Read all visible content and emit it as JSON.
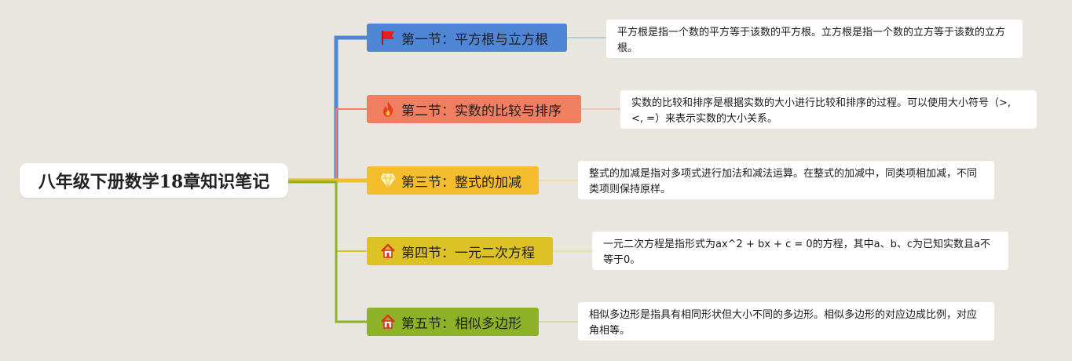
{
  "root": {
    "title": "八年级下册数学18章知识笔记"
  },
  "sections": [
    {
      "label": "第一节：平方根与立方根",
      "icon": "flag-icon",
      "color": "#4f86d6",
      "description": "平方根是指一个数的平方等于该数的平方根。立方根是指一个数的立方等于该数的立方根。"
    },
    {
      "label": "第二节：实数的比较与排序",
      "icon": "fire-icon",
      "color": "#f07f62",
      "description": "实数的比较和排序是根据实数的大小进行比较和排序的过程。可以使用大小符号（>, <, =）来表示实数的大小关系。"
    },
    {
      "label": "第三节：整式的加减",
      "icon": "diamond-icon",
      "color": "#f4bd2e",
      "description": "整式的加减是指对多项式进行加法和减法运算。在整式的加减中，同类项相加减，不同类项则保持原样。"
    },
    {
      "label": "第四节：一元二次方程",
      "icon": "house-icon",
      "color": "#dcc224",
      "description": "一元二次方程是指形式为ax^2 + bx + c = 0的方程，其中a、b、c为已知实数且a不等于0。"
    },
    {
      "label": "第五节：相似多边形",
      "icon": "house-icon",
      "color": "#8db227",
      "description": "相似多边形是指具有相同形状但大小不同的多边形。相似多边形的对应边成比例，对应角相等。"
    }
  ]
}
